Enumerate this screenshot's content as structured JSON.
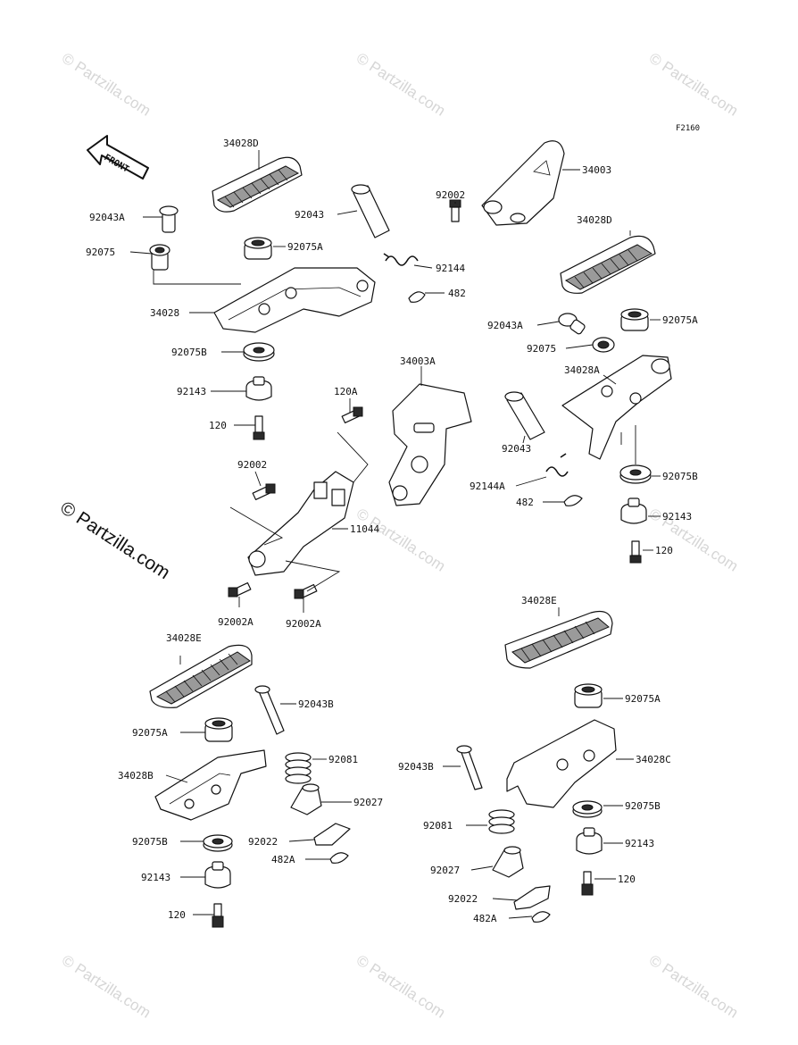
{
  "figure_code": "F2160",
  "front_label": "FRONT",
  "watermark": "© Partzilla.com",
  "labels": {
    "p34028D_top": "34028D",
    "p92043A_left": "92043A",
    "p92075_left": "92075",
    "p92075A_left": "92075A",
    "p34028": "34028",
    "p92075B_left": "92075B",
    "p92143_left": "92143",
    "p120_left": "120",
    "p92043": "92043",
    "p92144": "92144",
    "p482": "482",
    "p92002_top": "92002",
    "p34003": "34003",
    "p34028D_right": "34028D",
    "p92043A_right": "92043A",
    "p92075A_right": "92075A",
    "p92075_right": "92075",
    "p34028A": "34028A",
    "p34003A": "34003A",
    "p120A": "120A",
    "p92043_right": "92043",
    "p92144A": "92144A",
    "p482_right": "482",
    "p92075B_right": "92075B",
    "p92143_right": "92143",
    "p120_right": "120",
    "p92002_mid": "92002",
    "p11044": "11044",
    "p92002A_left": "92002A",
    "p92002A_right": "92002A",
    "p34028E_left": "34028E",
    "p92043B_left": "92043B",
    "p92075A_ll": "92075A",
    "p92081_left": "92081",
    "p34028B": "34028B",
    "p92027_left": "92027",
    "p92075B_ll": "92075B",
    "p92022_left": "92022",
    "p482A_left": "482A",
    "p92143_ll": "92143",
    "p120_ll": "120",
    "p34028E_right": "34028E",
    "p92075A_lr": "92075A",
    "p92043B_right": "92043B",
    "p34028C": "34028C",
    "p92075B_lr": "92075B",
    "p92081_right": "92081",
    "p92143_lr": "92143",
    "p92027_right": "92027",
    "p120_lr": "120",
    "p92022_right": "92022",
    "p482A_right": "482A"
  }
}
